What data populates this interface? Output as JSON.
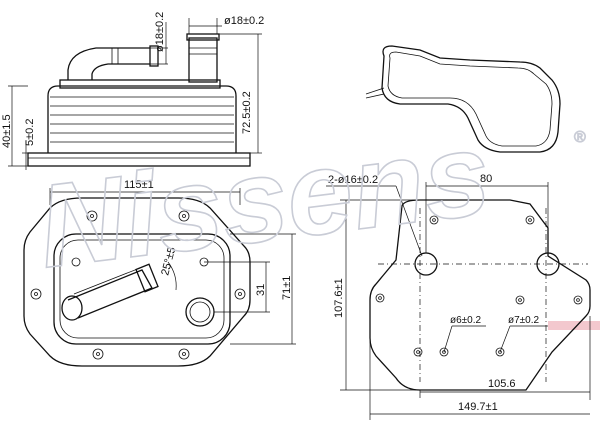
{
  "watermark": {
    "text": "Nissens",
    "registered_mark": "®"
  },
  "colors": {
    "line": "#111111",
    "watermark": "#c9ccd6",
    "stripe": "#f3c8ce"
  },
  "dimensions": {
    "height_total": "40±1.5",
    "height_base": "5±0.2",
    "pipe_diameter_elbow": "ø18±0.2",
    "pipe_diameter_straight": "ø18±0.2",
    "pipe_height": "72.5±0.2",
    "width_top": "115±1",
    "angle": "25°±5",
    "port_spacing": "31",
    "depth": "71±1",
    "ports_label": "2-ø16±0.2",
    "port_distance": "80",
    "height_plate": "107.6±1",
    "hole_small": "ø6±0.2",
    "hole_large": "ø7±0.2",
    "hole_span": "105.6",
    "width_plate": "149.7±1"
  }
}
